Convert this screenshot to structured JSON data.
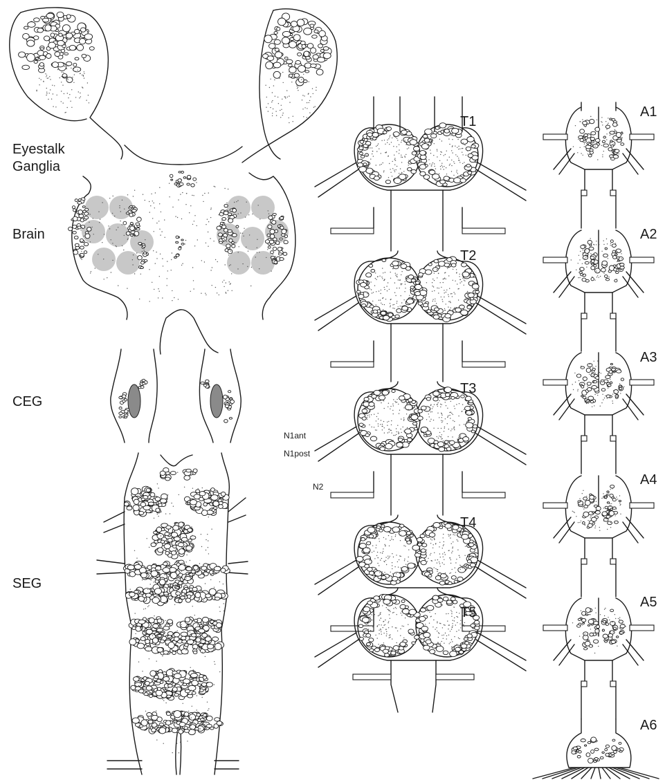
{
  "labels": {
    "eyestalk_line1": "Eyestalk",
    "eyestalk_line2": "Ganglia",
    "brain": "Brain",
    "ceg": "CEG",
    "seg": "SEG",
    "thoracic": [
      "T1",
      "T2",
      "T3",
      "T4",
      "T5"
    ],
    "abdominal": [
      "A1",
      "A2",
      "A3",
      "A4",
      "A5",
      "A6"
    ],
    "nerves": {
      "n1ant": "N1ant",
      "n1post": "N1post",
      "n2": "N2"
    }
  },
  "colors": {
    "outline": "#1a1a1a",
    "neuropil_glomeruli": "#c8c8c8",
    "ceg_dark_cluster": "#8a8a8a",
    "background": "#ffffff"
  }
}
